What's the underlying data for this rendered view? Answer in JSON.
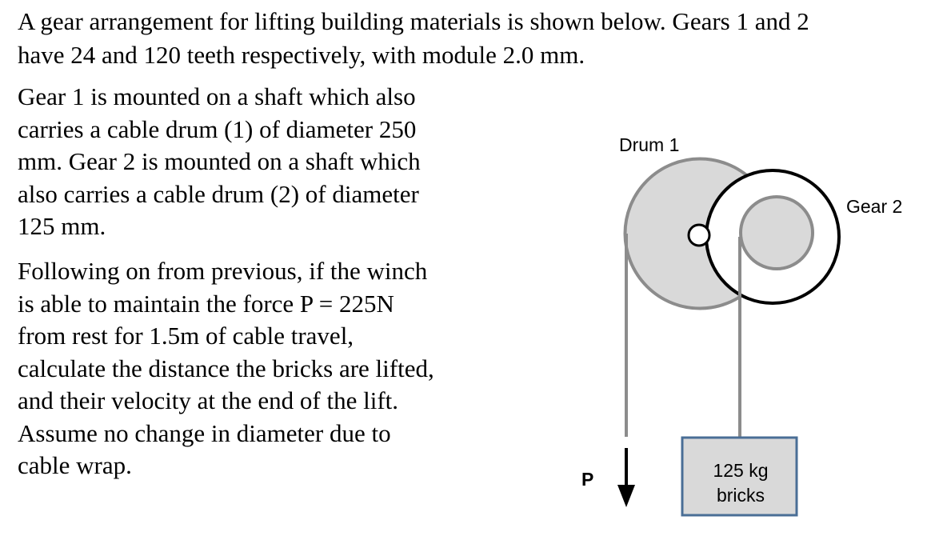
{
  "problem": {
    "intro_lines": [
      "A gear arrangement for lifting building materials is shown below.  Gears 1 and 2",
      "have 24 and 120 teeth respectively, with module 2.0 mm."
    ],
    "paragraph_1_lines": [
      "Gear 1 is mounted on a shaft which also",
      "carries a cable drum (1) of diameter 250",
      "mm. Gear 2 is mounted on a shaft which",
      "also carries a cable drum (2) of diameter",
      "125 mm."
    ],
    "paragraph_2_lines": [
      "Following on from previous, if the winch",
      "is able to maintain the force P = 225N",
      "from rest for 1.5m of cable travel,",
      "calculate the distance the bricks are lifted,",
      "and their velocity at the end of the lift.",
      "Assume no change in diameter due to",
      "cable wrap."
    ]
  },
  "diagram": {
    "drum1_label": "Drum 1",
    "gear2_label": "Gear 2",
    "force_label": "P",
    "load_label_line1": "125 kg",
    "load_label_line2": "bricks",
    "colors": {
      "drum_fill": "#d9d9d9",
      "drum_stroke": "#8c8c8c",
      "cable": "#8c8c8c",
      "gear_stroke": "#000000",
      "box_fill": "#d9d9d9",
      "box_stroke": "#4a6e96",
      "arrow": "#000000"
    }
  }
}
